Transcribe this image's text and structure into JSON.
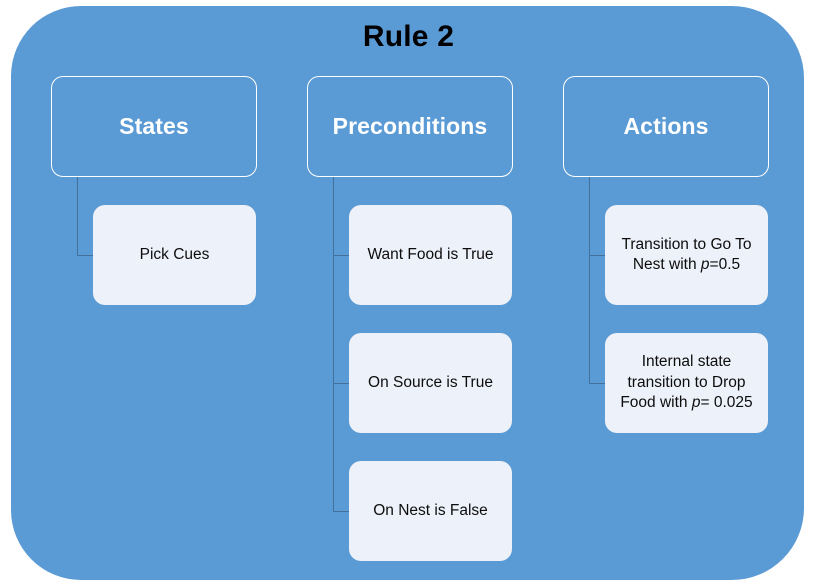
{
  "diagram": {
    "title": "Rule 2",
    "accent_color": "#5B9BD5",
    "leaf_fill_color": "#EDF1F9",
    "connector_color": "#41719C",
    "title_color": "#000000",
    "header_text_color": "#FFFFFF",
    "columns": [
      {
        "id": "states",
        "header": "States",
        "items": [
          {
            "id": "pick-cues",
            "text": "Pick Cues"
          }
        ]
      },
      {
        "id": "preconditions",
        "header": "Preconditions",
        "items": [
          {
            "id": "want-food-is-true",
            "text": "Want Food is True"
          },
          {
            "id": "on-source-is-true",
            "text": "On Source is True"
          },
          {
            "id": "on-nest-is-false",
            "text": "On Nest is False"
          }
        ]
      },
      {
        "id": "actions",
        "header": "Actions",
        "items": [
          {
            "id": "transition-go-to-nest",
            "text": "Transition to Go To Nest with p=0.5",
            "prefix": "Transition to Go To Nest with ",
            "symbol": "p",
            "suffix": "=0.5"
          },
          {
            "id": "internal-state-drop-food",
            "text": "Internal state transition to Drop Food with p= 0.025",
            "prefix": "Internal state transition to Drop Food with ",
            "symbol": "p",
            "suffix": "= 0.025"
          }
        ]
      }
    ]
  }
}
